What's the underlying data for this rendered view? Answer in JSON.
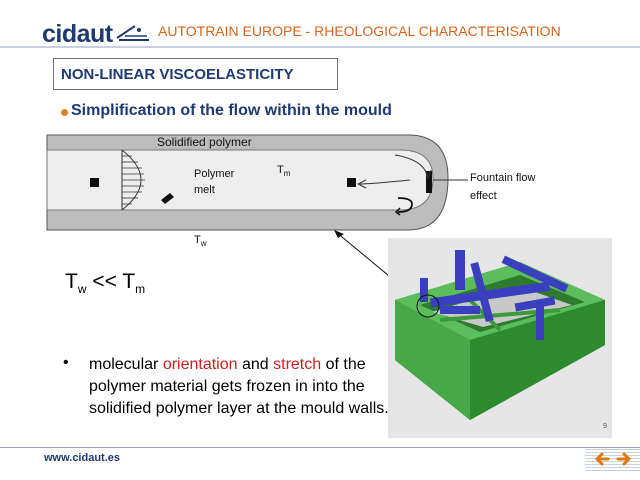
{
  "header": {
    "logo_text": "cidaut",
    "title": "AUTOTRAIN EUROPE - RHEOLOGICAL CHARACTERISATION"
  },
  "section_title": "NON-LINEAR VISCOELASTICITY",
  "bullet": "Simplification of the flow within the mould",
  "diagram": {
    "solidified_label": "Solidified polymer",
    "melt_label_line1": "Polymer",
    "melt_label_line2": "melt",
    "tm_main": "T",
    "tm_sub": "m",
    "fountain_line1": "Fountain flow",
    "fountain_line2": "effect",
    "tw_main": "T",
    "tw_sub": "w"
  },
  "equation": {
    "left_main": "T",
    "left_sub": "w",
    "operator": " << ",
    "right_main": "T",
    "right_sub": "m"
  },
  "body": {
    "bullet": "•",
    "text_1": "molecular ",
    "highlight_1": "orientation",
    "text_2": " and ",
    "highlight_2": "stretch",
    "text_3": " of the polymer material gets frozen in into the solidified polymer layer at the mould walls."
  },
  "photo": {
    "page_number": "9"
  },
  "footer": {
    "url": "www.cidaut.es"
  },
  "colors": {
    "brand_blue": "#1f3a73",
    "accent_orange": "#d6641a",
    "highlight_red": "#cc2020",
    "mould_green": "#3b9a3b",
    "runner_blue": "#3a3fc0"
  },
  "icons": [
    "cidaut-logo-mark",
    "fountain-flow-arrow-icon",
    "previous-arrow-icon",
    "next-arrow-icon"
  ]
}
